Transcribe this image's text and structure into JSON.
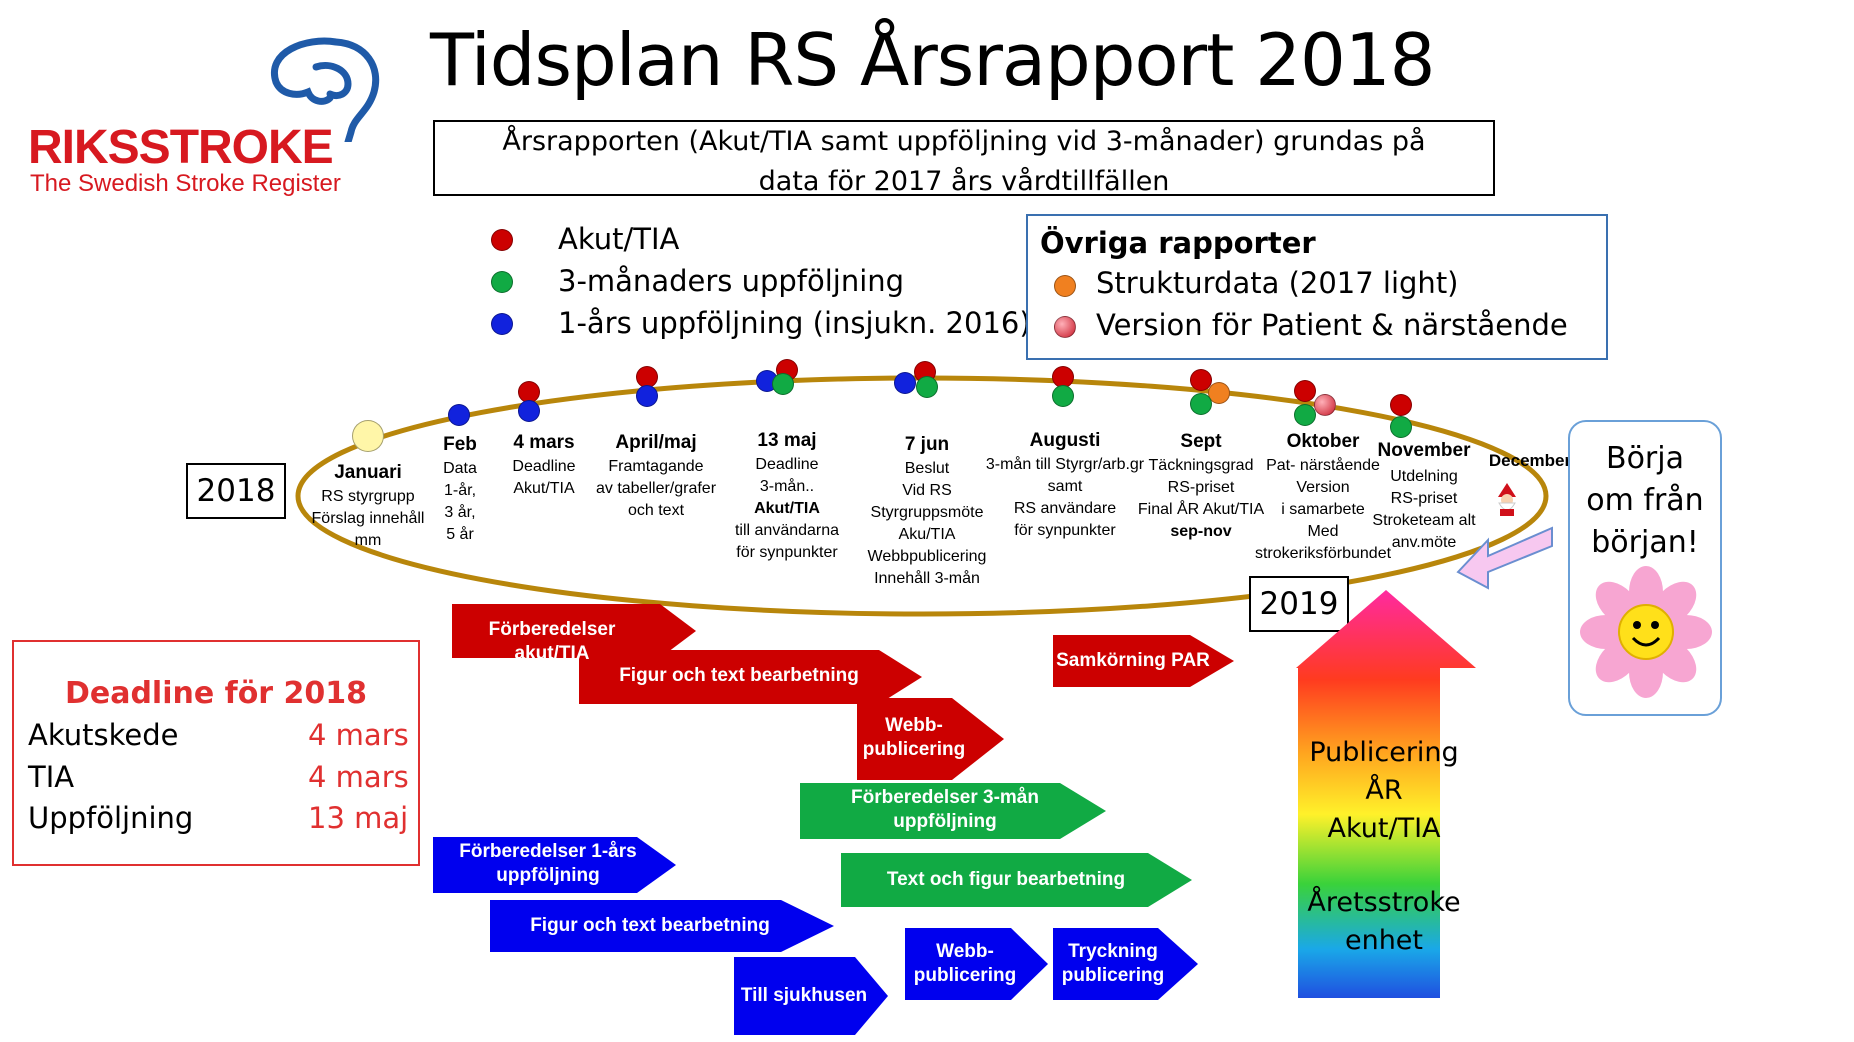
{
  "title": "Tidsplan RS Årsrapport 2018",
  "subtitle_line1": "Årsrapporten (Akut/TIA samt uppföljning vid 3-månader)  grundas på",
  "subtitle_line2": "data för 2017 års vårdtillfällen",
  "logo": {
    "name": "RIKSSTROKE",
    "tagline": "The Swedish Stroke Register",
    "icon": "brain-outline-icon",
    "color": "#d71920"
  },
  "legend": [
    {
      "label": "Akut/TIA",
      "color": "#cc0000"
    },
    {
      "label": "3-månaders uppföljning",
      "color": "#11aa44"
    },
    {
      "label": "1-års uppföljning (insjukn. 2016)",
      "color": "#1122dd"
    }
  ],
  "other_reports": {
    "title": "Övriga rapporter",
    "items": [
      {
        "label": "Strukturdata (2017 light)",
        "color": "#f08020"
      },
      {
        "label": "Version för Patient & närstående",
        "color": "#c81a2a"
      }
    ]
  },
  "year_start": "2018",
  "year_end": "2019",
  "months": [
    {
      "name": "Januari",
      "lines": [
        "RS styrgrupp",
        "Förslag innehåll",
        "mm"
      ]
    },
    {
      "name": "Feb",
      "lines": [
        "Data",
        "1-år,",
        "3 år,",
        "5 år"
      ]
    },
    {
      "name": "4 mars",
      "lines": [
        "Deadline",
        "Akut/TIA"
      ]
    },
    {
      "name": "April/maj",
      "lines": [
        "Framtagande",
        "av tabeller/grafer",
        "och text"
      ]
    },
    {
      "name": "13 maj",
      "lines": [
        "Deadline",
        "3-mån..",
        "Akut/TIA",
        "till användarna",
        "för synpunkter"
      ]
    },
    {
      "name": "7 jun",
      "lines": [
        "Beslut",
        "Vid RS",
        "Styrgruppsmöte",
        "Aku/TIA",
        "Webbpublicering",
        "Innehåll 3-mån"
      ]
    },
    {
      "name": "Augusti",
      "lines": [
        "3-mån till Styrgr/arb.gr",
        "samt",
        "RS användare",
        "för synpunkter"
      ]
    },
    {
      "name": "Sept",
      "lines": [
        "Täckningsgrad",
        "RS-priset",
        "Final ÅR Akut/TIA",
        "sep-nov"
      ]
    },
    {
      "name": "Oktober",
      "lines": [
        "Pat- närstående",
        "Version",
        "i samarbete",
        "Med",
        "strokeriksförbundet"
      ]
    },
    {
      "name": "November",
      "lines": [
        "Utdelning",
        "RS-priset",
        "Stroketeam alt",
        "anv.möte"
      ]
    },
    {
      "name": "December",
      "lines": []
    }
  ],
  "santa_icon": "santa-icon",
  "arrows": {
    "red": [
      {
        "label": "Förberedelser akut/TIA"
      },
      {
        "label": "Figur och text bearbetning"
      },
      {
        "label": "Webb- publicering"
      },
      {
        "label": "Samkörning PAR"
      }
    ],
    "green": [
      {
        "label": "Förberedelser 3-mån uppföljning"
      },
      {
        "label": "Text och figur bearbetning"
      }
    ],
    "blue": [
      {
        "label": "Förberedelser 1-års uppföljning"
      },
      {
        "label": "Figur och text bearbetning"
      },
      {
        "label": "Till sjukhusen"
      },
      {
        "label": "Webb- publicering"
      },
      {
        "label": "Tryckning publicering"
      }
    ]
  },
  "deadline": {
    "title": "Deadline för 2018",
    "rows": [
      {
        "label": "Akutskede",
        "date": "4 mars"
      },
      {
        "label": "TIA",
        "date": "4 mars"
      },
      {
        "label": "Uppföljning",
        "date": "13 maj"
      }
    ]
  },
  "publication": {
    "line1": "Publicering",
    "line2": "ÅR",
    "line3": "Akut/TIA",
    "line4": "Åretsstroke",
    "line5": "enhet"
  },
  "restart": {
    "line1": "Börja",
    "line2": "om från",
    "line3": "början!",
    "icon": "smiling-flower-icon"
  }
}
